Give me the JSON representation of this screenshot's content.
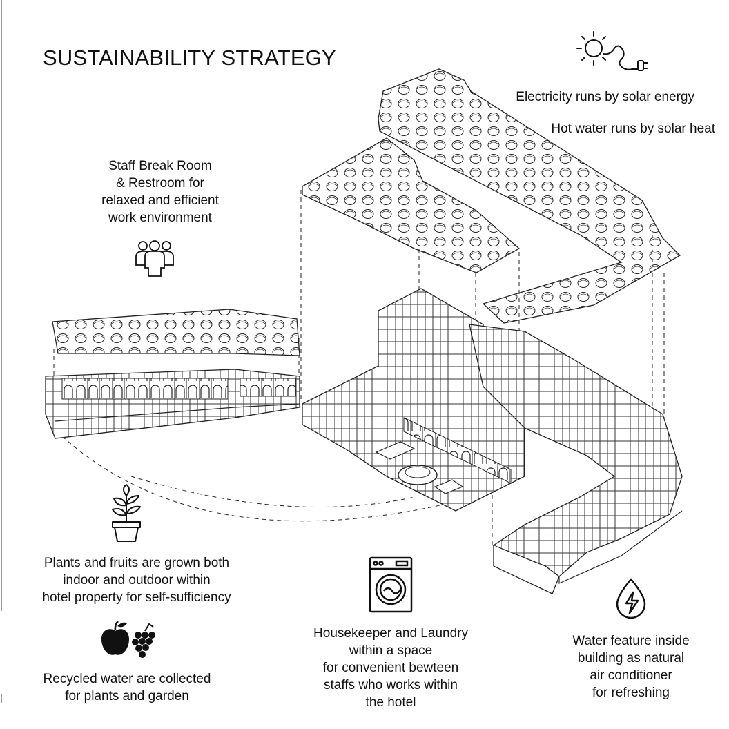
{
  "title": "SUSTAINABILITY STRATEGY",
  "notes": {
    "solar_electric": "Electricity runs by solar energy",
    "solar_heat": "Hot water runs by solar heat",
    "staff_room": [
      "Staff Break Room",
      "& Restroom for",
      "relaxed and efficient",
      "work environment"
    ],
    "plants": [
      "Plants and fruits are grown both",
      "indoor and outdoor within",
      "hotel property for self-sufficiency"
    ],
    "recycled_water": [
      "Recycled water are collected",
      "for plants and garden"
    ],
    "laundry": [
      "Housekeeper and Laundry",
      "within a space",
      "for convenient bewteen",
      "staffs who works within",
      "the hotel"
    ],
    "water_feature": [
      "Water feature inside",
      "building as natural",
      "air conditioner",
      "for refreshing"
    ]
  },
  "icons": [
    "sun-plug-icon",
    "people-icon",
    "plant-pot-icon",
    "apple-grapes-icon",
    "washing-machine-icon",
    "water-energy-icon"
  ]
}
